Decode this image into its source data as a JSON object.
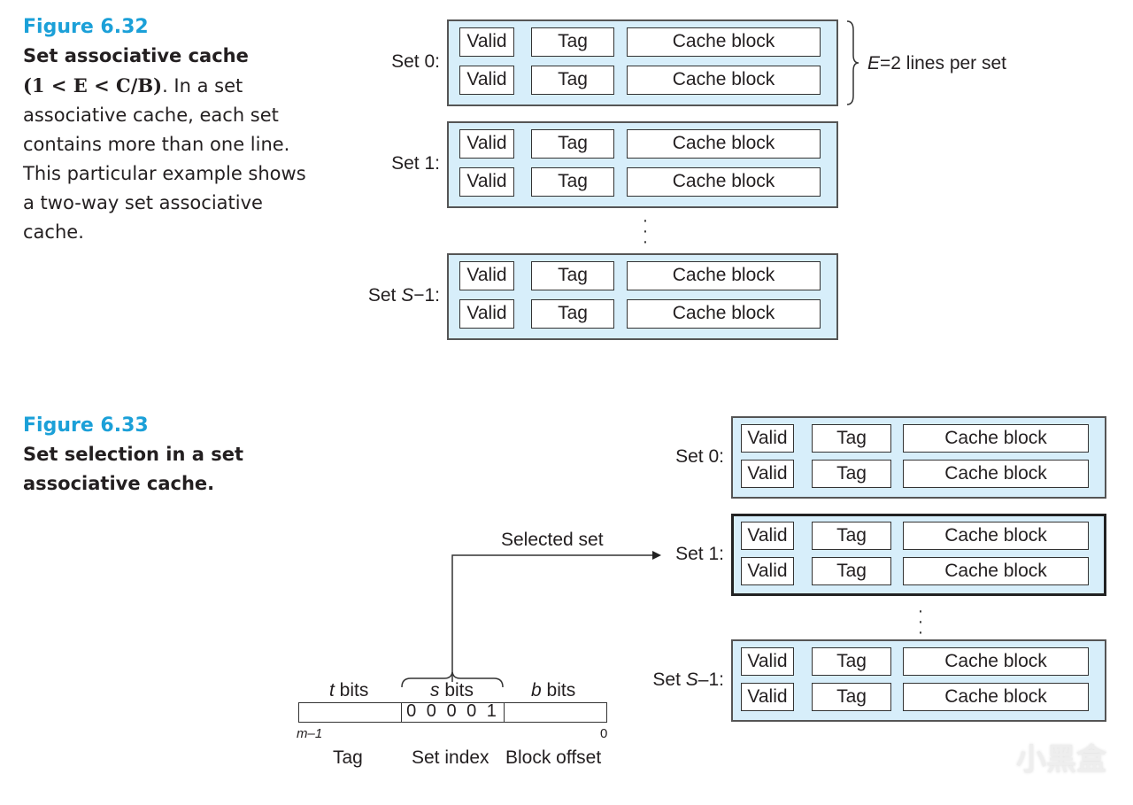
{
  "fig632": {
    "number": "Figure 6.32",
    "title": "Set associative cache",
    "math": "(1 < E < C/B)",
    "body": ". In a set associative cache, each set contains more than one line. This particular example shows a two-way set associative cache.",
    "brace_label_var": "E",
    "brace_label_rest": "=2 lines per set",
    "sets": [
      {
        "label_prefix": "Set ",
        "label_var": "",
        "label_suffix": "0:"
      },
      {
        "label_prefix": "Set ",
        "label_var": "",
        "label_suffix": "1:"
      },
      {
        "label_prefix": "Set ",
        "label_var": "S",
        "label_suffix": "−1:"
      }
    ],
    "ellipsis": "⋮"
  },
  "fig633": {
    "number": "Figure 6.33",
    "title": "Set selection in a set associative cache.",
    "sets": [
      {
        "label_prefix": "Set ",
        "label_var": "",
        "label_suffix": "0:",
        "selected": false
      },
      {
        "label_prefix": "Set ",
        "label_var": "",
        "label_suffix": "1:",
        "selected": true
      },
      {
        "label_prefix": "Set ",
        "label_var": "S",
        "label_suffix": "–1:",
        "selected": false
      }
    ],
    "arrow_label": "Selected set",
    "address": {
      "fields": [
        {
          "bits_var": "t",
          "bits_label": " bits",
          "name": "Tag"
        },
        {
          "bits_var": "s",
          "bits_label": " bits",
          "name": "Set index",
          "value": "00001"
        },
        {
          "bits_var": "b",
          "bits_label": " bits",
          "name": "Block offset"
        }
      ],
      "high_bit_label": "m–1",
      "low_bit_label": "0"
    }
  },
  "line_fields": {
    "valid": "Valid",
    "tag": "Tag",
    "block": "Cache block"
  },
  "watermark": "小黑盒",
  "colors": {
    "figure_number": "#1ba0d8",
    "set_fill": "#d7eefa",
    "text": "#231f20"
  }
}
